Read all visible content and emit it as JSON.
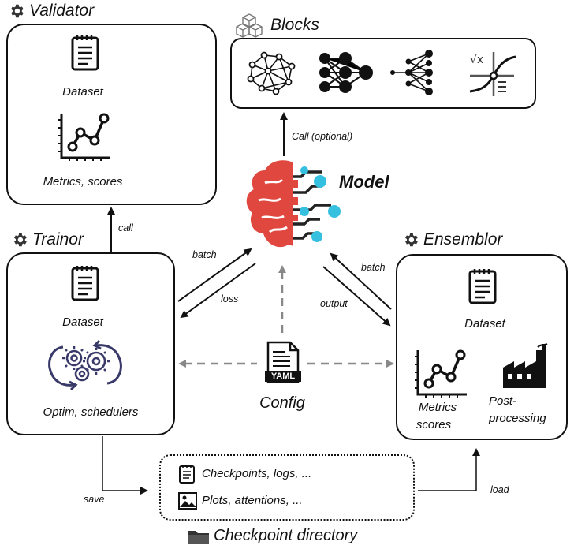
{
  "validator": {
    "title": "Validator",
    "dataset_label": "Dataset",
    "metrics_label": "Metrics, scores"
  },
  "blocks": {
    "title": "Blocks"
  },
  "model": {
    "title": "Model"
  },
  "trainor": {
    "title": "Trainor",
    "dataset_label": "Dataset",
    "optim_label": "Optim, schedulers"
  },
  "ensemblor": {
    "title": "Ensemblor",
    "dataset_label": "Dataset",
    "metrics_label_1": "Metrics",
    "metrics_label_2": "scores",
    "post_label_1": "Post-",
    "post_label_2": "processing"
  },
  "config": {
    "title": "Config",
    "yaml": "YAML"
  },
  "checkpoint": {
    "title": "Checkpoint directory",
    "item1": "Checkpoints, logs, ...",
    "item2": "Plots, attentions, ..."
  },
  "arrows": {
    "call": "call",
    "call_optional": "Call (optional)",
    "batch_left": "batch",
    "loss": "loss",
    "batch_right": "batch",
    "output": "output",
    "save": "save",
    "load": "load"
  },
  "colors": {
    "brain": "#e0473e",
    "accent": "#35c0e0",
    "dash": "#888888"
  }
}
